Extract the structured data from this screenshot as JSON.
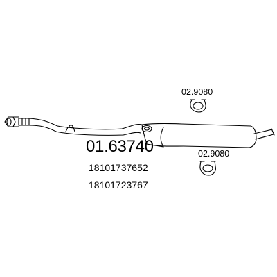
{
  "part": {
    "number": "01.63740",
    "oe_numbers": [
      "18101737652",
      "18101723767"
    ]
  },
  "clamps": [
    {
      "label": "02.9080"
    },
    {
      "label": "02.9080"
    }
  ],
  "colors": {
    "line": "#000000",
    "background": "#ffffff"
  }
}
